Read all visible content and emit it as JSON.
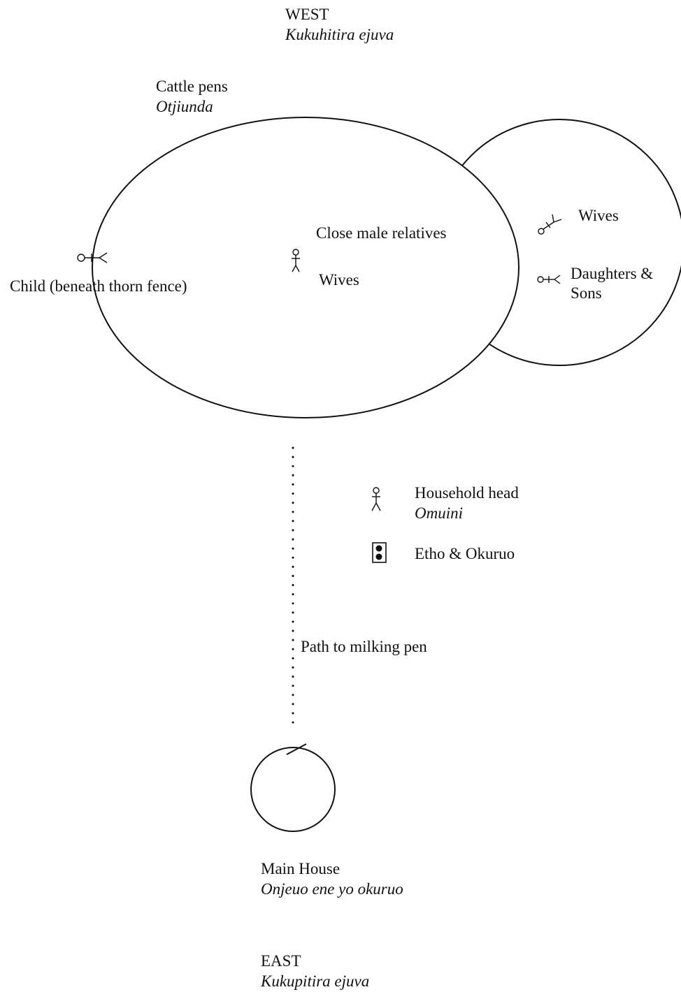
{
  "directions": {
    "west": {
      "label": "WEST",
      "local": "Kukuhitira ejuva"
    },
    "east": {
      "label": "EAST",
      "local": "Kukupitira ejuva"
    }
  },
  "cattle_pens": {
    "label": "Cattle pens",
    "local": "Otjiunda"
  },
  "inner_pen": {
    "close_male_relatives": "Close male relatives",
    "wives": "Wives",
    "child": "Child (beneath thorn fence)"
  },
  "outer_pen": {
    "wives": "Wives",
    "daughters_sons_line1": "Daughters &",
    "daughters_sons_line2": "Sons"
  },
  "legend": {
    "household_head": "Household head",
    "household_head_local": "Omuini",
    "etho_okuruo": "Etho & Okuruo"
  },
  "path": {
    "label": "Path to milking pen"
  },
  "main_house": {
    "label": "Main House",
    "local": "Onjeuo ene yo okuruo"
  },
  "colors": {
    "ink": "#111111",
    "paper": "#ffffff"
  }
}
